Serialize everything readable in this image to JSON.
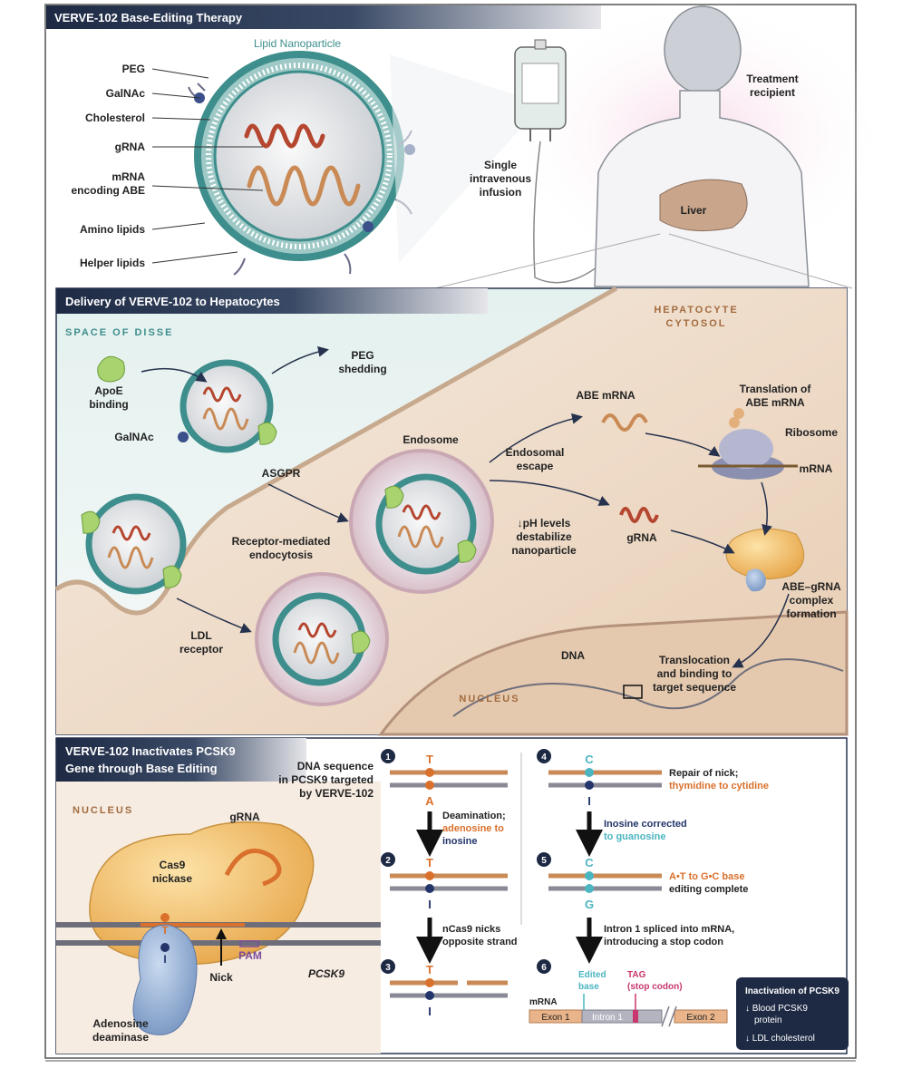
{
  "panel_a": {
    "title": "VERVE-102 Base-Editing Therapy",
    "lnp_label": "Lipid Nanoparticle",
    "labels": [
      "PEG",
      "GalNAc",
      "Cholesterol",
      "gRNA",
      "mRNA",
      "encoding ABE",
      "Amino lipids",
      "Helper lipids"
    ],
    "infusion": [
      "Single",
      "intravenous",
      "infusion"
    ],
    "recipient": [
      "Treatment",
      "recipient"
    ],
    "liver": "Liver"
  },
  "panel_b": {
    "title": "Delivery of VERVE-102 to Hepatocytes",
    "space_of_disse": "SPACE OF DISSE",
    "hepatocyte": [
      "HEPATOCYTE",
      "CYTOSOL"
    ],
    "apoe": [
      "ApoE",
      "binding"
    ],
    "peg_shedding": [
      "PEG",
      "shedding"
    ],
    "galnac": "GalNAc",
    "asgpr": "ASGPR",
    "endosome": "Endosome",
    "endosomal_escape": [
      "Endosomal",
      "escape"
    ],
    "abe_mrna": "ABE mRNA",
    "translation": [
      "Translation of",
      "ABE mRNA"
    ],
    "ribosome": "Ribosome",
    "mrna": "mRNA",
    "ph": [
      "↓pH levels",
      "destabilize",
      "nanoparticle"
    ],
    "grna": "gRNA",
    "complex": [
      "ABE–gRNA",
      "complex",
      "formation"
    ],
    "rme": [
      "Receptor-mediated",
      "endocytosis"
    ],
    "ldl": [
      "LDL",
      "receptor"
    ],
    "dna": "DNA",
    "translocation": [
      "Translocation",
      "and binding to",
      "target sequence"
    ],
    "nucleus": "NUCLEUS"
  },
  "panel_c": {
    "title_line1": "VERVE-102 Inactivates PCSK9",
    "title_line2": "Gene through Base Editing",
    "nucleus": "NUCLEUS",
    "grna": "gRNA",
    "cas9": [
      "Cas9",
      "nickase"
    ],
    "t_label": "T",
    "i_label": "I",
    "pam": "PAM",
    "pcsk9": "PCSK9",
    "nick": "Nick",
    "deaminase": [
      "Adenosine",
      "deaminase"
    ],
    "dna_sequence": [
      "DNA sequence",
      "in PCSK9 targeted",
      "by VERVE-102"
    ],
    "steps": [
      {
        "num": "1",
        "top": "T",
        "bottom": "A"
      },
      {
        "num": "2",
        "top": "T",
        "bottom": "I"
      },
      {
        "num": "3",
        "top": "T",
        "bottom": "I"
      },
      {
        "num": "4",
        "top": "C",
        "bottom": "I"
      },
      {
        "num": "5",
        "top": "C",
        "bottom": "G"
      },
      {
        "num": "6"
      }
    ],
    "deamination": [
      "Deamination;",
      "adenosine to",
      "inosine"
    ],
    "nicks": [
      "nCas9 nicks",
      "opposite strand"
    ],
    "repair": [
      "Repair of nick;",
      "thymidine to cytidine"
    ],
    "inosine_corrected": [
      "Inosine corrected",
      "to guanosine"
    ],
    "at_gc": [
      "A•T to G•C base",
      "editing complete"
    ],
    "intron": [
      "Intron 1 spliced into mRNA,",
      "introducing a stop codon"
    ],
    "edited_base": [
      "Edited",
      "base"
    ],
    "tag": [
      "TAG",
      "(stop codon)"
    ],
    "mrna_label": "mRNA",
    "exon1": "Exon 1",
    "intron1": "Intron 1",
    "exon2": "Exon 2",
    "inactivation": {
      "title": "Inactivation of PCSK9",
      "line1": "↓ Blood PCSK9",
      "line2": "protein",
      "line3": "↓ LDL cholesterol"
    }
  },
  "colors": {
    "header_dark": "#1e2a44",
    "teal": "#3d8e8c",
    "orange": "#d9702c",
    "navy": "#23356b",
    "cyan": "#4bb5c1",
    "magenta": "#c8376e",
    "purple": "#7b4d9a",
    "tan": "#e9d3bd"
  }
}
